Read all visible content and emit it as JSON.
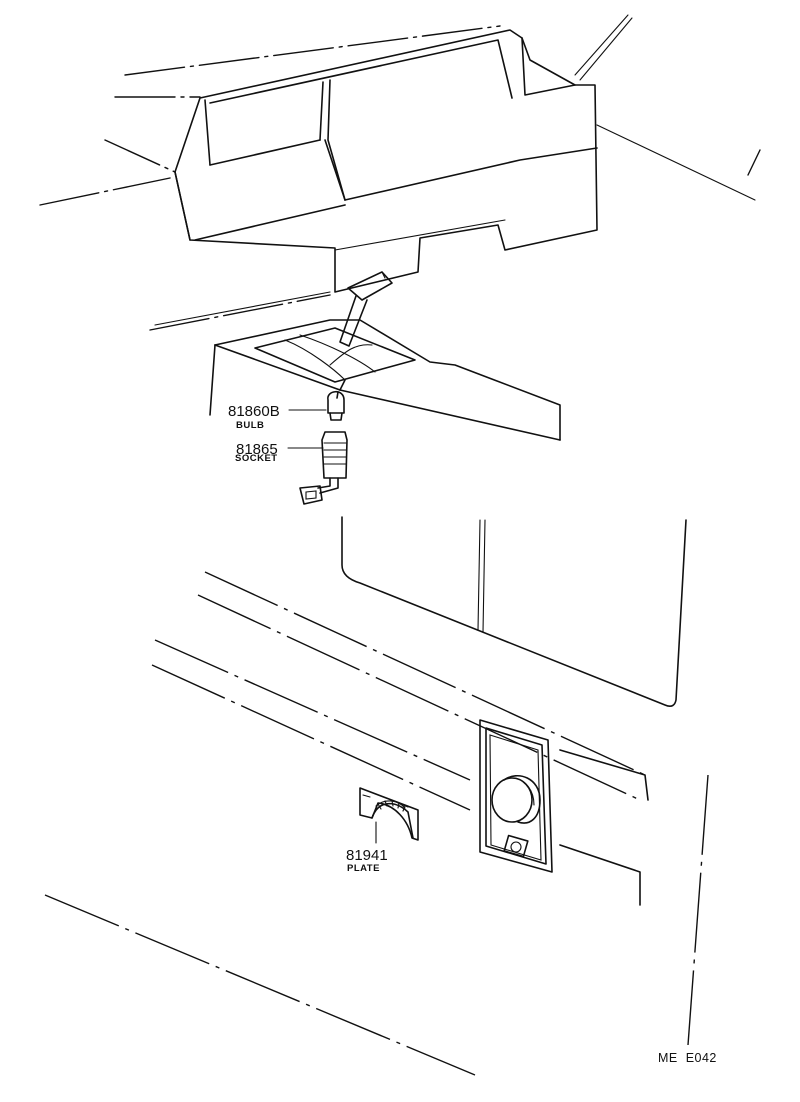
{
  "diagram_code": "ME  E042",
  "callouts": [
    {
      "part_number": "81860B",
      "part_name": "BULB"
    },
    {
      "part_number": "81865",
      "part_name": "SOCKET"
    },
    {
      "part_number": "81941",
      "part_name": "PLATE"
    }
  ]
}
